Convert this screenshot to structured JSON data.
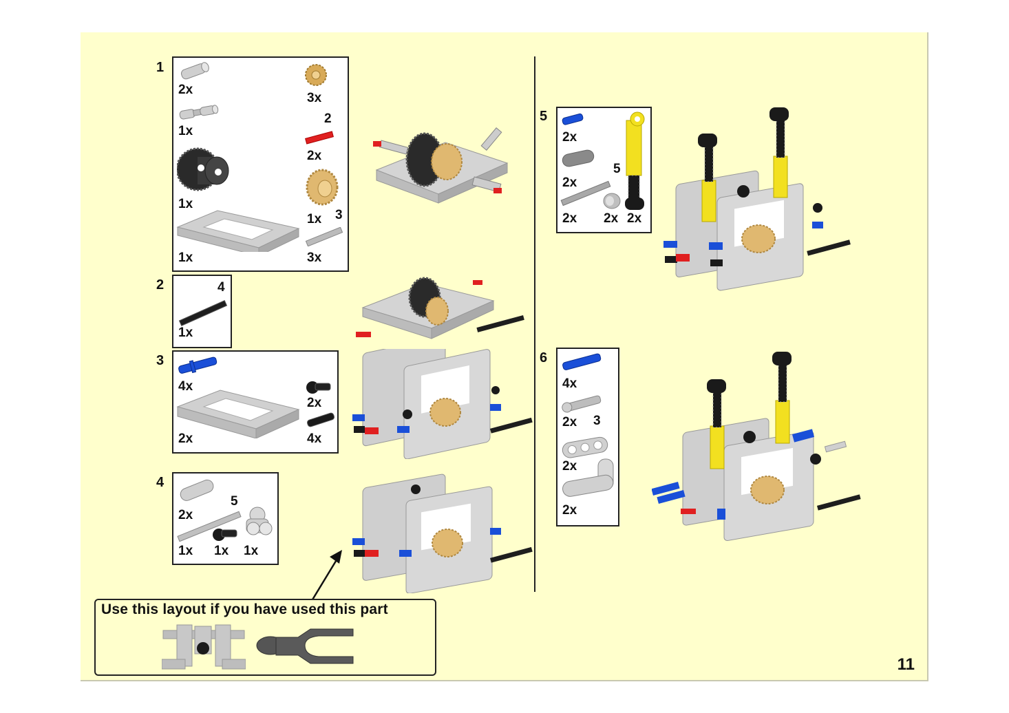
{
  "page_number": "11",
  "callout": {
    "text": "Use this layout if you have used this part",
    "icons": [
      "pin-joiner-assembly-icon",
      "steering-fork-icon"
    ]
  },
  "colors": {
    "background": "#ffffcc",
    "light_gray": "#c8c8c8",
    "dark_gray": "#3a3a3a",
    "black": "#1a1a1a",
    "tan": "#e0b870",
    "red": "#e02020",
    "blue": "#1a4fd8",
    "yellow": "#f2e020"
  },
  "steps": [
    {
      "number": "1",
      "parts": [
        {
          "name": "axle-connector",
          "qty": "2x"
        },
        {
          "name": "universal-joint",
          "qty": "1x"
        },
        {
          "name": "differential",
          "qty": "1x"
        },
        {
          "name": "frame-5x7",
          "qty": "1x"
        },
        {
          "name": "gear-12-tooth-bevel",
          "qty": "3x"
        },
        {
          "name": "axle-red",
          "qty": "2x",
          "length": "2"
        },
        {
          "name": "gear-20-tooth-double-bevel",
          "qty": "1x"
        },
        {
          "name": "axle-gray",
          "qty": "3x",
          "length": "3"
        }
      ]
    },
    {
      "number": "2",
      "parts": [
        {
          "name": "axle-black",
          "qty": "1x",
          "length": "4"
        }
      ]
    },
    {
      "number": "3",
      "parts": [
        {
          "name": "pin-long-blue",
          "qty": "4x"
        },
        {
          "name": "frame-5x7",
          "qty": "2x"
        },
        {
          "name": "pin-ball-black",
          "qty": "2x"
        },
        {
          "name": "pin-black",
          "qty": "4x"
        }
      ]
    },
    {
      "number": "4",
      "parts": [
        {
          "name": "axle-pin-connector",
          "qty": "2x"
        },
        {
          "name": "axle-gray",
          "qty": "1x",
          "length": "5"
        },
        {
          "name": "pin-ball-black",
          "qty": "1x"
        },
        {
          "name": "pin-connector-double",
          "qty": "1x"
        }
      ]
    },
    {
      "number": "5",
      "parts": [
        {
          "name": "axle-pin-blue",
          "qty": "2x"
        },
        {
          "name": "axle-connector-double",
          "qty": "2x"
        },
        {
          "name": "axle-gray",
          "qty": "2x",
          "length": "5"
        },
        {
          "name": "bush",
          "qty": "2x"
        },
        {
          "name": "shock-absorber-yellow",
          "qty": "2x"
        }
      ]
    },
    {
      "number": "6",
      "parts": [
        {
          "name": "pin-long-blue",
          "qty": "4x"
        },
        {
          "name": "axle-pin-gray",
          "qty": "2x",
          "length": "3"
        },
        {
          "name": "beam-3",
          "qty": "2x"
        },
        {
          "name": "beam-l-shape",
          "qty": "2x"
        }
      ]
    }
  ]
}
